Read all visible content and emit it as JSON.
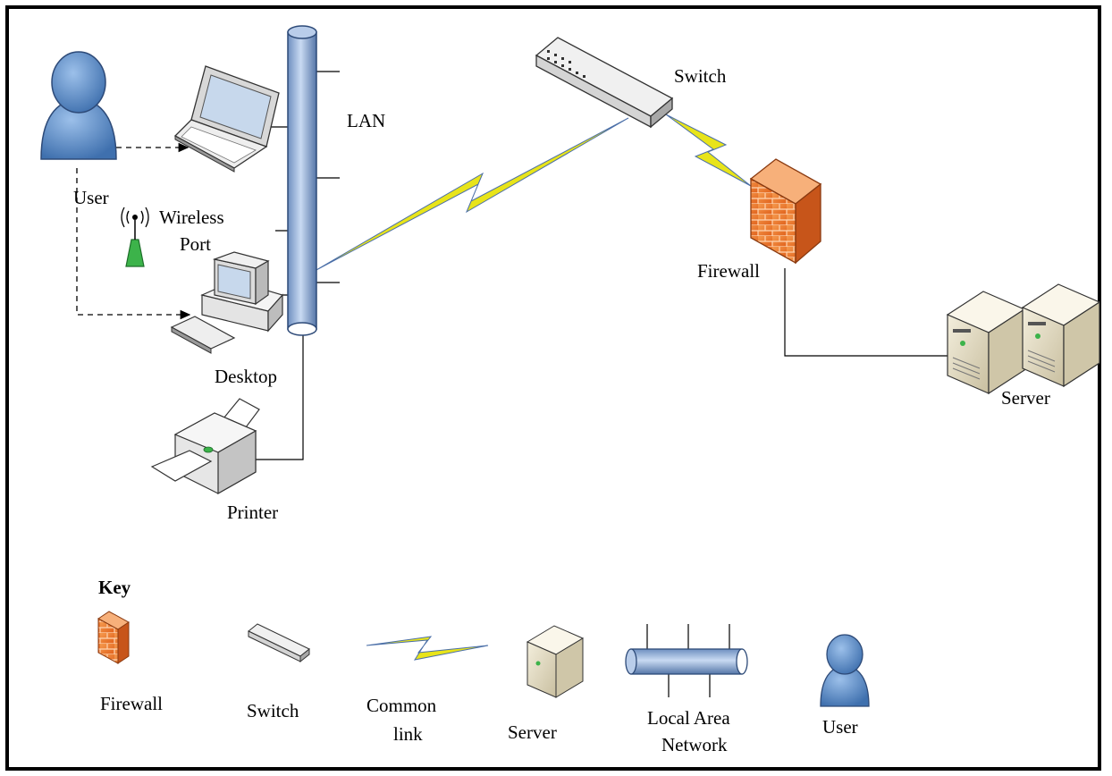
{
  "diagram": {
    "labels": {
      "lan": "LAN",
      "switch": "Switch",
      "user": "User",
      "wireless_port_line1": "Wireless",
      "wireless_port_line2": "Port",
      "firewall": "Firewall",
      "desktop": "Desktop",
      "server": "Server",
      "printer": "Printer"
    },
    "key": {
      "title": "Key",
      "firewall": "Firewall",
      "switch": "Switch",
      "common_link_line1": "Common",
      "common_link_line2": "link",
      "server": "Server",
      "lan_line1": "Local Area",
      "lan_line2": "Network",
      "user": "User"
    }
  },
  "colors": {
    "user_blue": "#5b8fc9",
    "lan_pipe": "#a9c3e6",
    "firewall_orange": "#f07a2a",
    "link_yellow": "#e8e41a",
    "server_beige": "#e8e0c8",
    "antenna_green": "#3cb34a",
    "border": "#000000"
  }
}
